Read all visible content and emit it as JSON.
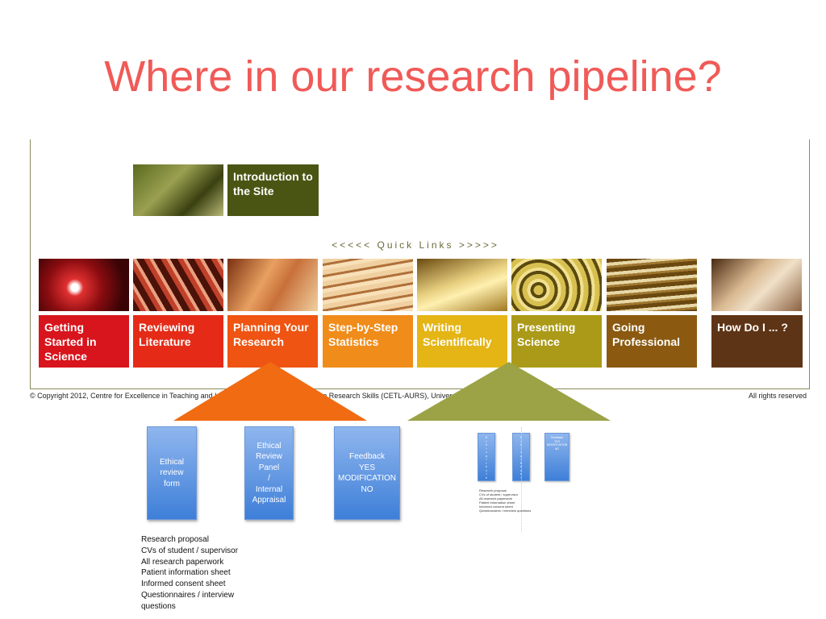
{
  "slide": {
    "title": "Where in our research pipeline?"
  },
  "site": {
    "intro": "Introduction to the Site",
    "quick_links": "<<<<< Quick Links >>>>>",
    "tiles": [
      {
        "label": "Getting Started in Science",
        "color": "#d8141c"
      },
      {
        "label": "Reviewing Literature",
        "color": "#e52b17"
      },
      {
        "label": "Planning Your Research",
        "color": "#ef5412"
      },
      {
        "label": "Step-by-Step Statistics",
        "color": "#f08c1a"
      },
      {
        "label": "Writing Scientifically",
        "color": "#e5b515"
      },
      {
        "label": "Presenting Science",
        "color": "#ab9a18"
      },
      {
        "label": "Going Professional",
        "color": "#8b5a10"
      },
      {
        "label": "How Do I ... ?",
        "color": "#5e3416"
      }
    ],
    "footer_left": "© Copyright 2012, Centre for Excellence in Teaching and Learning in Applied Undergraduate Research Skills (CETL-AURS), University of Reading",
    "footer_right": "All rights reserved"
  },
  "cards": [
    {
      "text": "Ethical\nreview\nform"
    },
    {
      "text": "Ethical\nReview\nPanel\n/\nInternal\nAppraisal"
    },
    {
      "text": "Feedback\nYES\nMODIFICATION\nNO"
    }
  ],
  "mini_cards": [
    {
      "text": "E\nt\nh\ni\nc\na\nl\nr\ne\nv\ni\ne\nw"
    },
    {
      "text": "E\nt\nh\ni\nc\na\nl\nP\na\nn\ne\nl"
    },
    {
      "text": "Feedback\nYES\nMODIFICATION\nNO"
    }
  ],
  "notes": [
    "Research proposal",
    "CVs of student / supervisor",
    "All research paperwork",
    "Patient information sheet",
    "Informed consent sheet",
    "Questionnaires / interview questions"
  ],
  "notes_small": [
    "Research proposal",
    "CVs of student / supervisor",
    "All research paperwork",
    "Patient information sheet",
    "Informed consent sheet",
    "Questionnaires / interview questions"
  ]
}
